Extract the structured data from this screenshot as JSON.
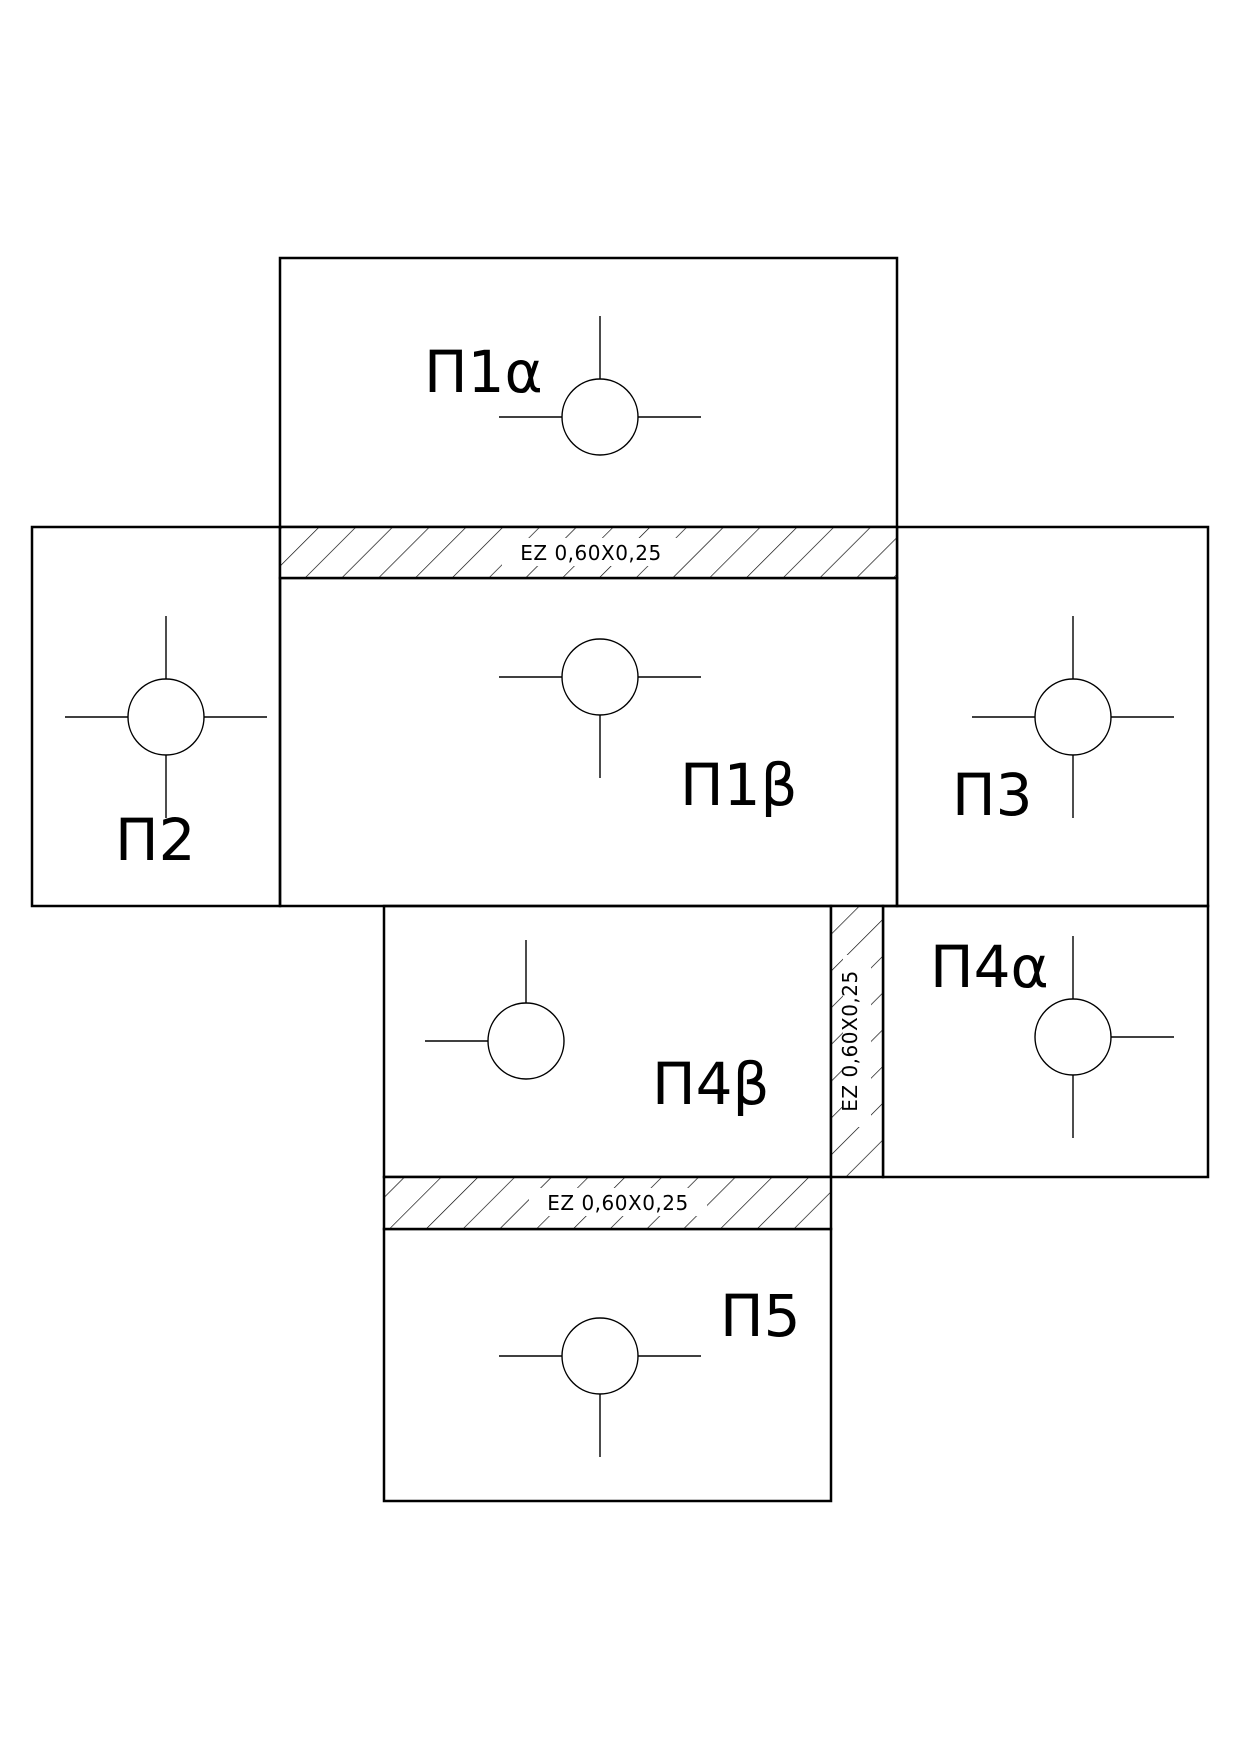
{
  "panels": {
    "p1a": {
      "label": "Π1α"
    },
    "p1b": {
      "label": "Π1β"
    },
    "p2": {
      "label": "Π2"
    },
    "p3": {
      "label": "Π3"
    },
    "p4a": {
      "label": "Π4α"
    },
    "p4b": {
      "label": "Π4β"
    },
    "p5": {
      "label": "Π5"
    }
  },
  "strips": {
    "top": {
      "label": "EZ 0,60X0,25"
    },
    "vertical": {
      "label": "EZ 0,60X0,25"
    },
    "bottom": {
      "label": "EZ 0,60X0,25"
    }
  },
  "symbols": [
    {
      "id": "p1a",
      "arms": [
        "up",
        "left",
        "right"
      ]
    },
    {
      "id": "p1b",
      "arms": [
        "down",
        "left",
        "right"
      ]
    },
    {
      "id": "p2",
      "arms": [
        "up",
        "down",
        "left",
        "right"
      ]
    },
    {
      "id": "p3",
      "arms": [
        "up",
        "down",
        "left",
        "right"
      ]
    },
    {
      "id": "p4a",
      "arms": [
        "up",
        "down",
        "right"
      ]
    },
    {
      "id": "p4b",
      "arms": [
        "up",
        "left"
      ]
    },
    {
      "id": "p5",
      "arms": [
        "down",
        "left",
        "right"
      ]
    }
  ],
  "colors": {
    "line": "#000000",
    "background": "#ffffff"
  }
}
